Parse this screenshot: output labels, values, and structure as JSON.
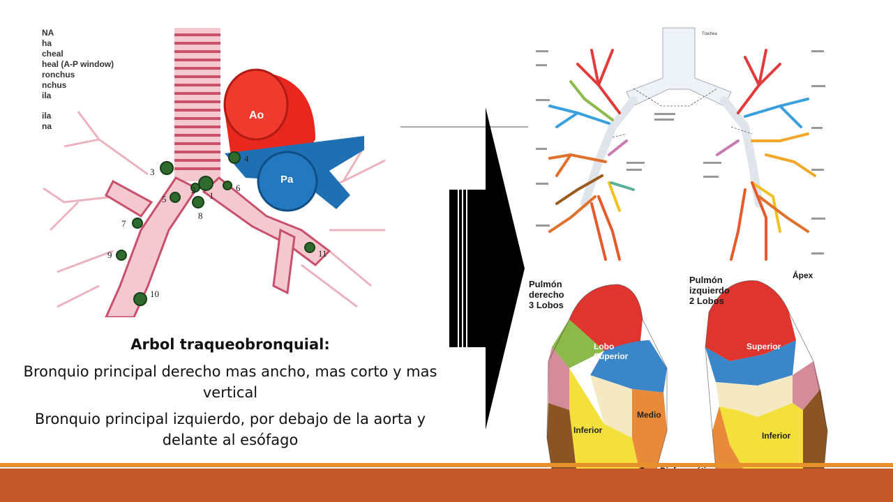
{
  "left_figure": {
    "legend_lines": [
      "NA",
      "ha",
      "cheal",
      "heal (A-P window)",
      "ronchus",
      "nchus",
      "ila",
      "ila",
      "na"
    ],
    "labels": {
      "ao": "Ao",
      "pa": "Pa"
    },
    "node_numbers": [
      "1",
      "2",
      "3",
      "4",
      "5",
      "6",
      "7",
      "8",
      "9",
      "10",
      "11"
    ]
  },
  "caption": {
    "title": "Arbol traqueobronquial:",
    "line1": "Bronquio principal derecho mas ancho, mas corto y mas vertical",
    "line2": "Bronquio principal izquierdo, por debajo de la aorta y delante al esófago"
  },
  "right_top_figure": {
    "trachea_label": "Trachea"
  },
  "right_bottom_figure": {
    "right_lung_title": [
      "Pulmón",
      "derecho",
      "3 Lobos"
    ],
    "left_lung_title": [
      "Pulmón",
      "izquierdo",
      "2 Lobos"
    ],
    "apex": "Ápex",
    "lobo_superior": [
      "Lobo",
      "Superior"
    ],
    "superior": "Superior",
    "medio": "Medio",
    "inferior_right": "Inferior",
    "inferior_left": "Inferior",
    "cara": "Cara Diafragmática"
  },
  "colors": {
    "footer": "#c4572a",
    "footer_line": "#e8902b",
    "aorta": "#e8281e",
    "pulmonary_artery": "#1f6fb3",
    "trachea": "#d98a9a"
  }
}
